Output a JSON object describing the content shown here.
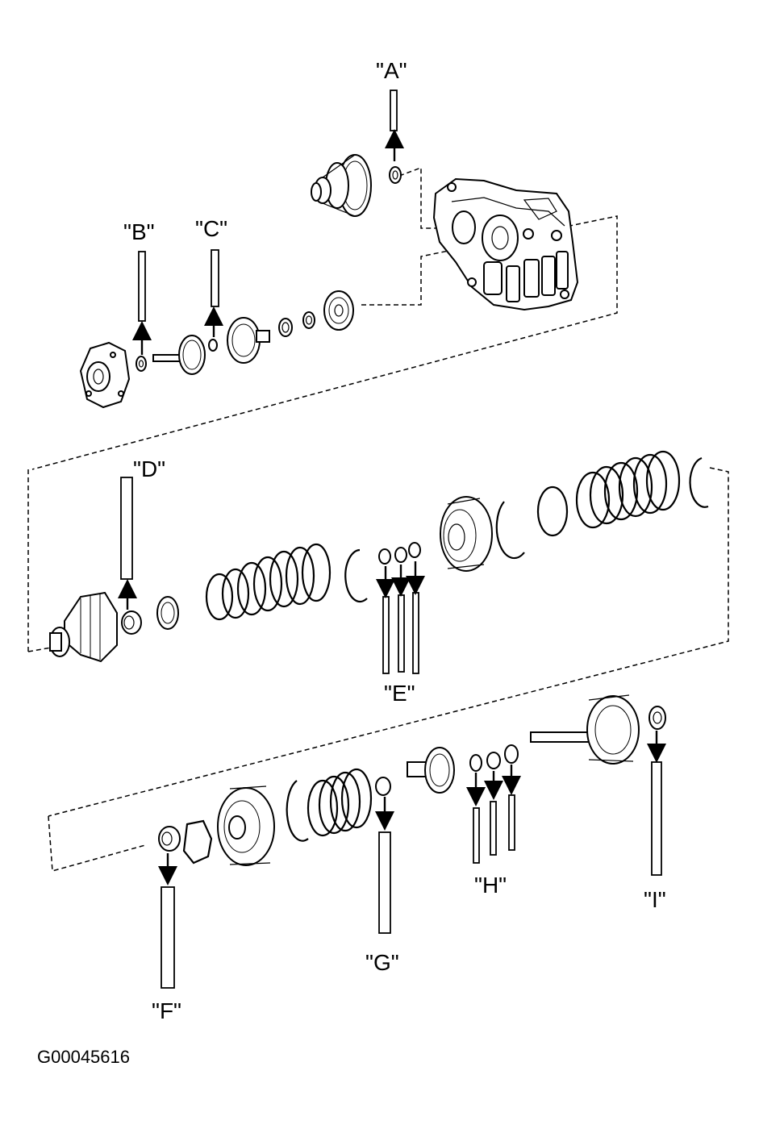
{
  "callouts": {
    "A": "\"A\"",
    "B": "\"B\"",
    "C": "\"C\"",
    "D": "\"D\"",
    "E": "\"E\"",
    "F": "\"F\"",
    "G": "\"G\"",
    "H": "\"H\"",
    "I": "\"I\""
  },
  "figure_id": "G00045616"
}
